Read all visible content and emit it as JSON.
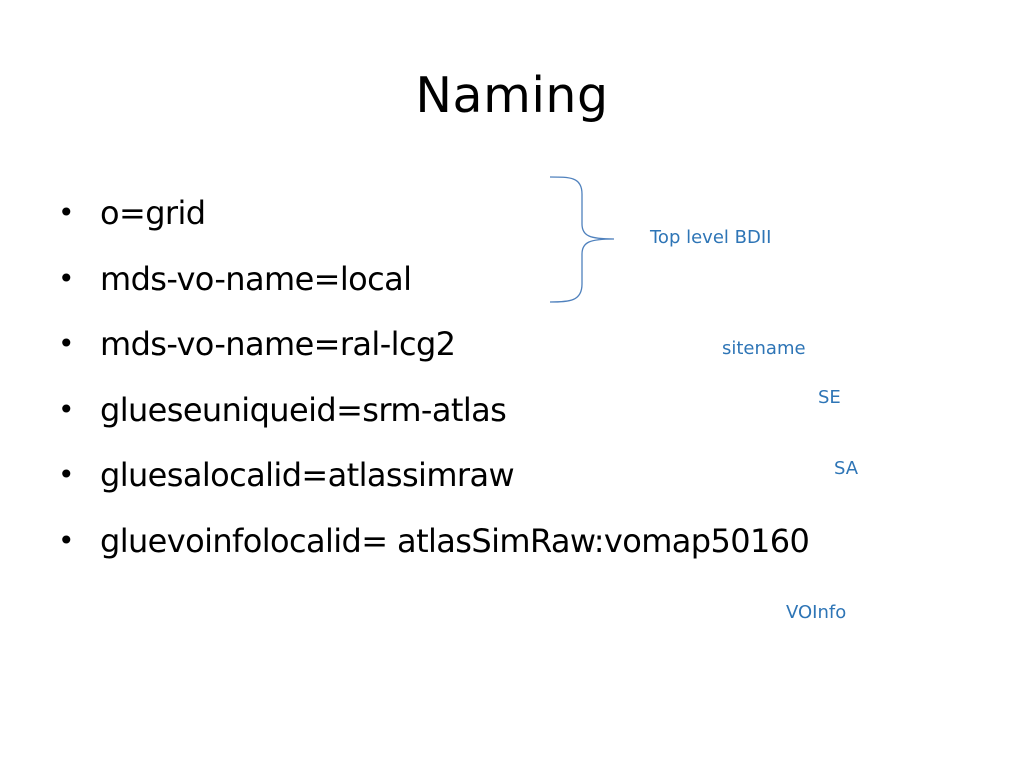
{
  "slide": {
    "title": "Naming",
    "bullets": [
      {
        "text": "o=grid"
      },
      {
        "text": "mds-vo-name=local"
      },
      {
        "text": "mds-vo-name=ral-lcg2"
      },
      {
        "text": "glueseuniqueid=srm-atlas"
      },
      {
        "text": "gluesalocalid=atlassimraw"
      },
      {
        "text": "gluevoinfolocalid= atlasSimRaw:vomap50160"
      }
    ],
    "annotations": {
      "top_level": "Top level BDII",
      "sitename": "sitename",
      "se": "SE",
      "sa": "SA",
      "voinfo": "VOInfo"
    },
    "colors": {
      "annotation": "#2e75b6",
      "brace": "#4f81bd",
      "text": "#000000"
    }
  }
}
